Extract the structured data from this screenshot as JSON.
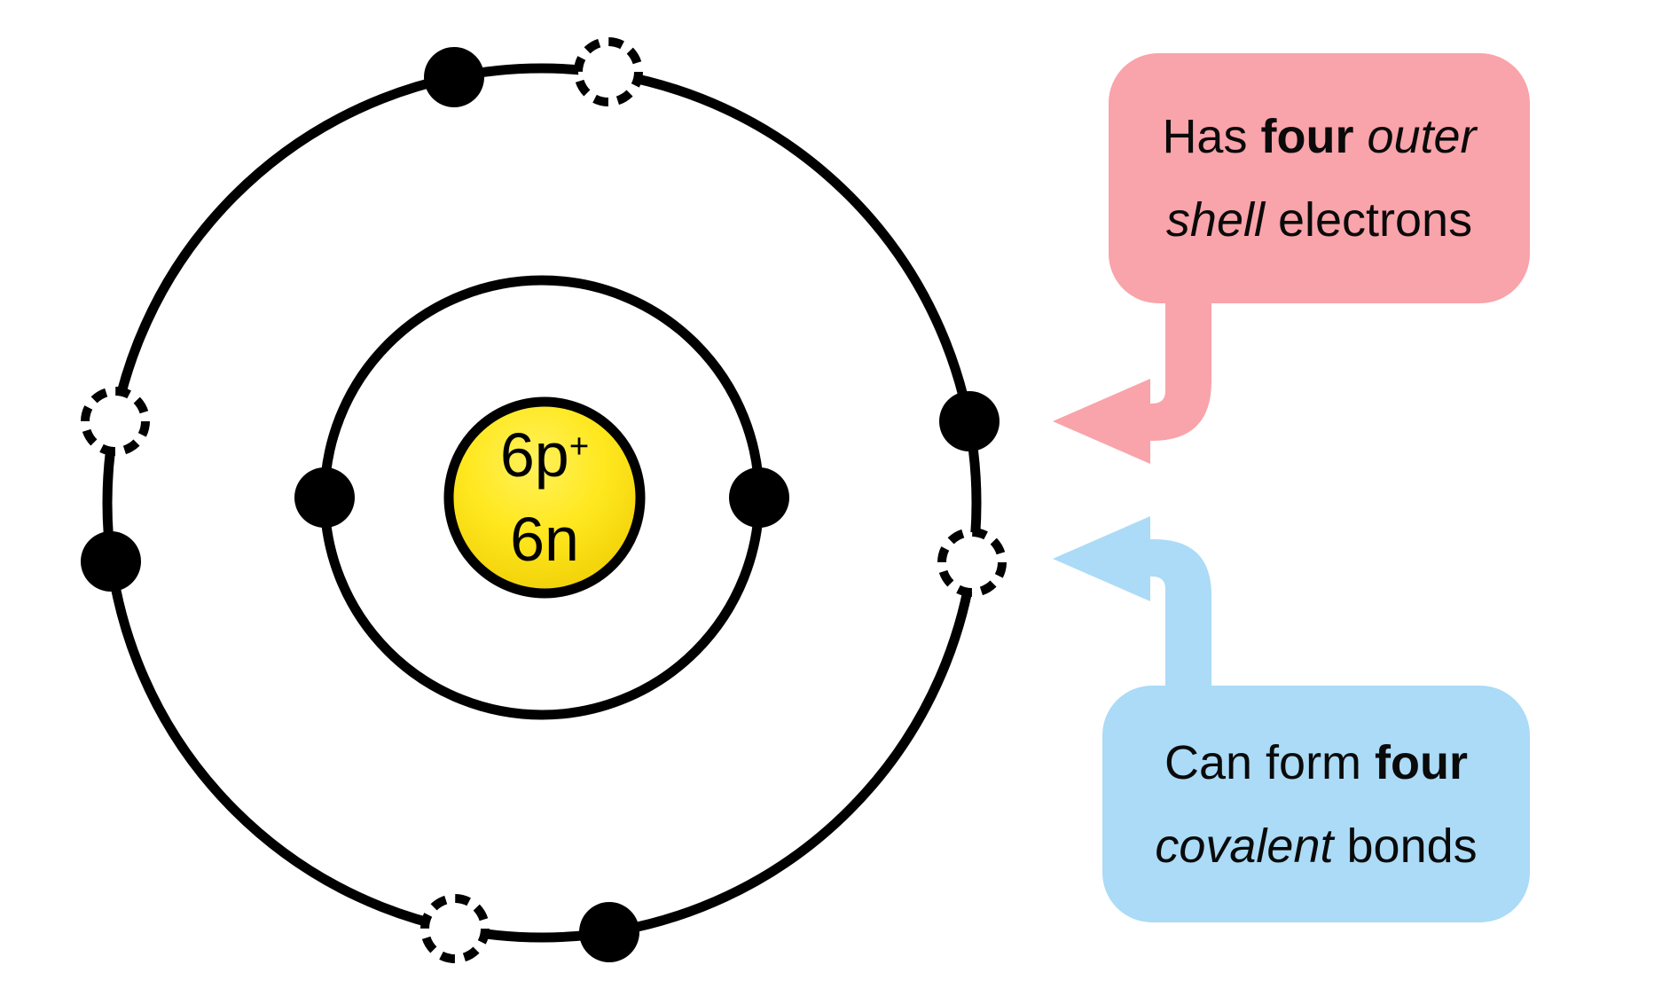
{
  "colors": {
    "pink": "#f9a3aa",
    "blue": "#abdbf6",
    "outline": "#000000",
    "electron_fill": "#000000",
    "vacancy_fill": "#ffffff",
    "nucleus_highlight": "#fff15c",
    "nucleus_yellow": "#ffe81f",
    "nucleus_gold": "#edc900"
  },
  "nucleus": {
    "protons": "6p",
    "protons_charge": "+",
    "neutrons": "6n"
  },
  "callouts": {
    "outer_shell": {
      "line1": {
        "t1": "Has ",
        "t2": "four",
        "t3": " outer"
      },
      "line2": {
        "t1": "shell",
        "t2": " electrons"
      }
    },
    "covalent": {
      "line1": {
        "t1": "Can form ",
        "t2": "four"
      },
      "line2": {
        "t1": "covalent",
        "t2": " bonds"
      }
    }
  },
  "structure": {
    "shells": 2,
    "inner_shell_electrons": 2,
    "outer_shell_electrons": 4,
    "vacant_outer_positions": 4
  }
}
